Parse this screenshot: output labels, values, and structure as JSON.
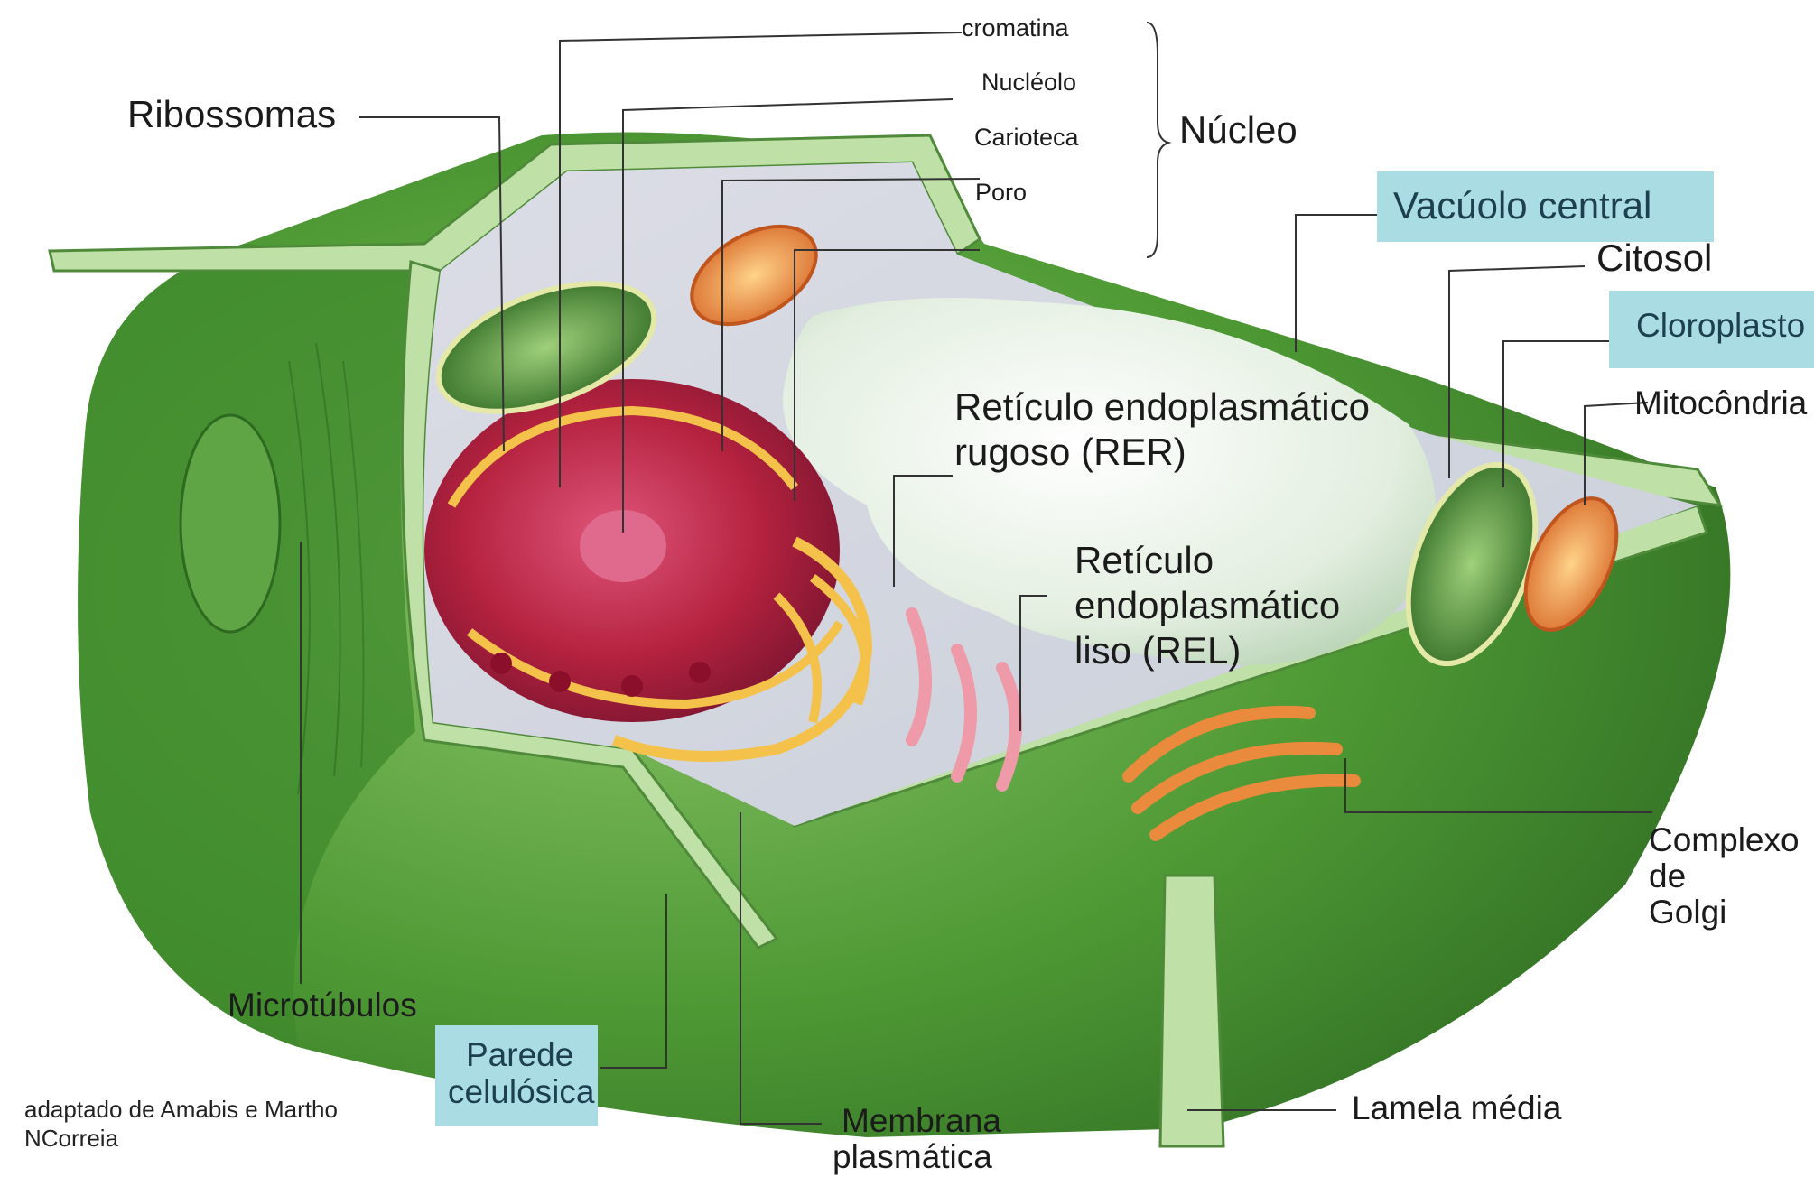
{
  "labels": {
    "cromatina": "cromatina",
    "nucleolo": "Nucléolo",
    "carioteca": "Carioteca",
    "poro": "Poro",
    "nucleo": "Núcleo",
    "ribossomas": "Ribossomas",
    "vacuolo": "Vacúolo central",
    "citosol": "Citosol",
    "cloroplasto": "Cloroplasto",
    "mitocondria": "Mitocôndria",
    "rer_line1": "Retículo endoplasmático",
    "rer_line2": "rugoso (RER)",
    "rel_line1": "Retículo",
    "rel_line2": "endoplasmático",
    "rel_line3": "liso (REL)",
    "golgi_line1": "Complexo",
    "golgi_line2": "de",
    "golgi_line3": "Golgi",
    "microtubulos": "Microtúbulos",
    "parede_line1": "Parede",
    "parede_line2": "celulósica",
    "membrana_line1": "Membrana",
    "membrana_line2": "plasmática",
    "lamela": "Lamela média"
  },
  "credit": {
    "line1": "adaptado de Amabis e Martho",
    "line2": "NCorreia"
  },
  "colors": {
    "highlight": "#a9dde3",
    "cell_wall": "#5e9e3a",
    "nucleus": "#c0304a",
    "vacuole": "#e6f0e6"
  }
}
